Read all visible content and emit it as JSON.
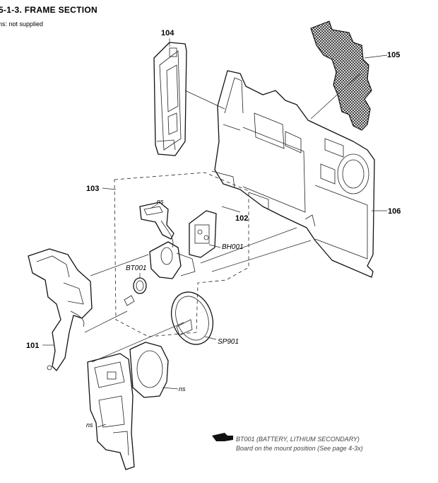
{
  "header": {
    "title": "5-1-3.  FRAME  SECTION",
    "subtitle": "ns: not supplied"
  },
  "labels": {
    "p101": "101",
    "p102": "102",
    "p103": "103",
    "p104": "104",
    "p105": "105",
    "p106": "106",
    "bh001": "BH001",
    "bt001": "BT001",
    "sp901": "SP901",
    "ns1": "ns",
    "ns2": "ns",
    "ns3": "ns"
  },
  "note": {
    "line1": "BT001 (BATTERY, LITHIUM SECONDARY)",
    "line2": "Board on the mount position (See page 4-3x)"
  }
}
